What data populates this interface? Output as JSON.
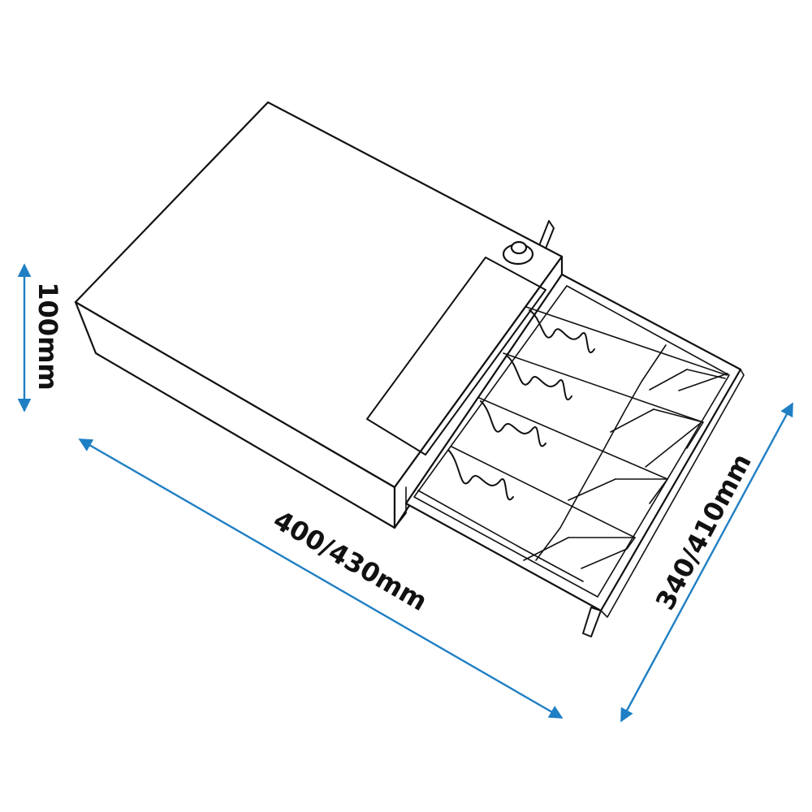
{
  "colors": {
    "dimension_line": "#1f7fc4",
    "outline": "#111111",
    "background": "#ffffff"
  },
  "dimensions": {
    "height": "100mm",
    "width": "400/430mm",
    "depth": "340/410mm"
  }
}
